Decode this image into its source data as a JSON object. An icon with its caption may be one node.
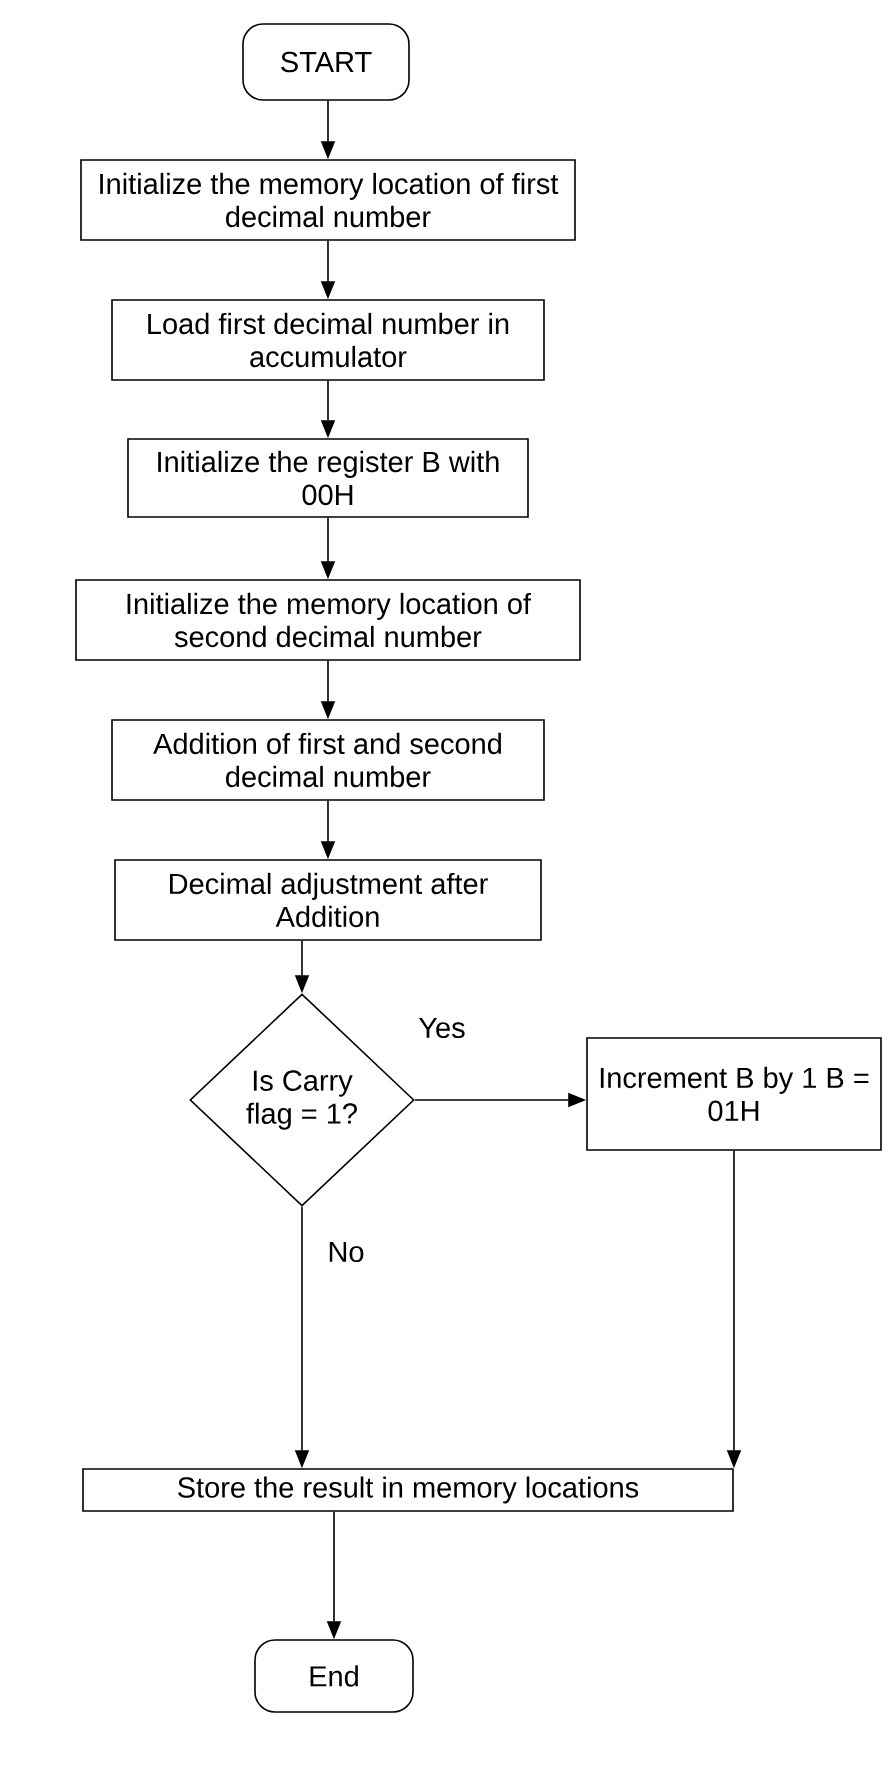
{
  "diagram": {
    "nodes": [
      {
        "text": [
          "START"
        ]
      },
      {
        "text": [
          "Initialize the memory location of first decimal number"
        ]
      },
      {
        "text": [
          "Load first decimal number in accumulator"
        ]
      },
      {
        "text": [
          "Initialize the register B with 00H"
        ]
      },
      {
        "text": [
          "Initialize the memory location of second decimal number"
        ]
      },
      {
        "text": [
          "Addition of first and second decimal number"
        ]
      },
      {
        "text": [
          "Decimal adjustment after Addition"
        ]
      },
      {
        "text": [
          "Is Carry flag = 1?"
        ]
      },
      {
        "text": [
          "Increment B by 1 B = 01H"
        ]
      },
      {
        "text": [
          "Store the result in memory locations"
        ]
      },
      {
        "text": [
          "End"
        ]
      }
    ],
    "edges": [
      {
        "from": 0,
        "to": 1,
        "arrow": "to"
      },
      {
        "from": 1,
        "to": 2,
        "arrow": "to"
      },
      {
        "from": 2,
        "to": 3,
        "arrow": "to"
      },
      {
        "from": 3,
        "to": 4,
        "arrow": "to"
      },
      {
        "from": 4,
        "to": 5,
        "arrow": "to"
      },
      {
        "from": 5,
        "to": 6,
        "arrow": "to"
      },
      {
        "from": 6,
        "to": 7,
        "arrow": "to"
      },
      {
        "from": 7,
        "to": 8,
        "arrow": "to",
        "label": "Yes"
      },
      {
        "from": 7,
        "to": 9,
        "arrow": "to",
        "label": "No"
      },
      {
        "from": 8,
        "to": 9,
        "arrow": "to"
      },
      {
        "from": 9,
        "to": 10,
        "arrow": "to"
      }
    ]
  }
}
